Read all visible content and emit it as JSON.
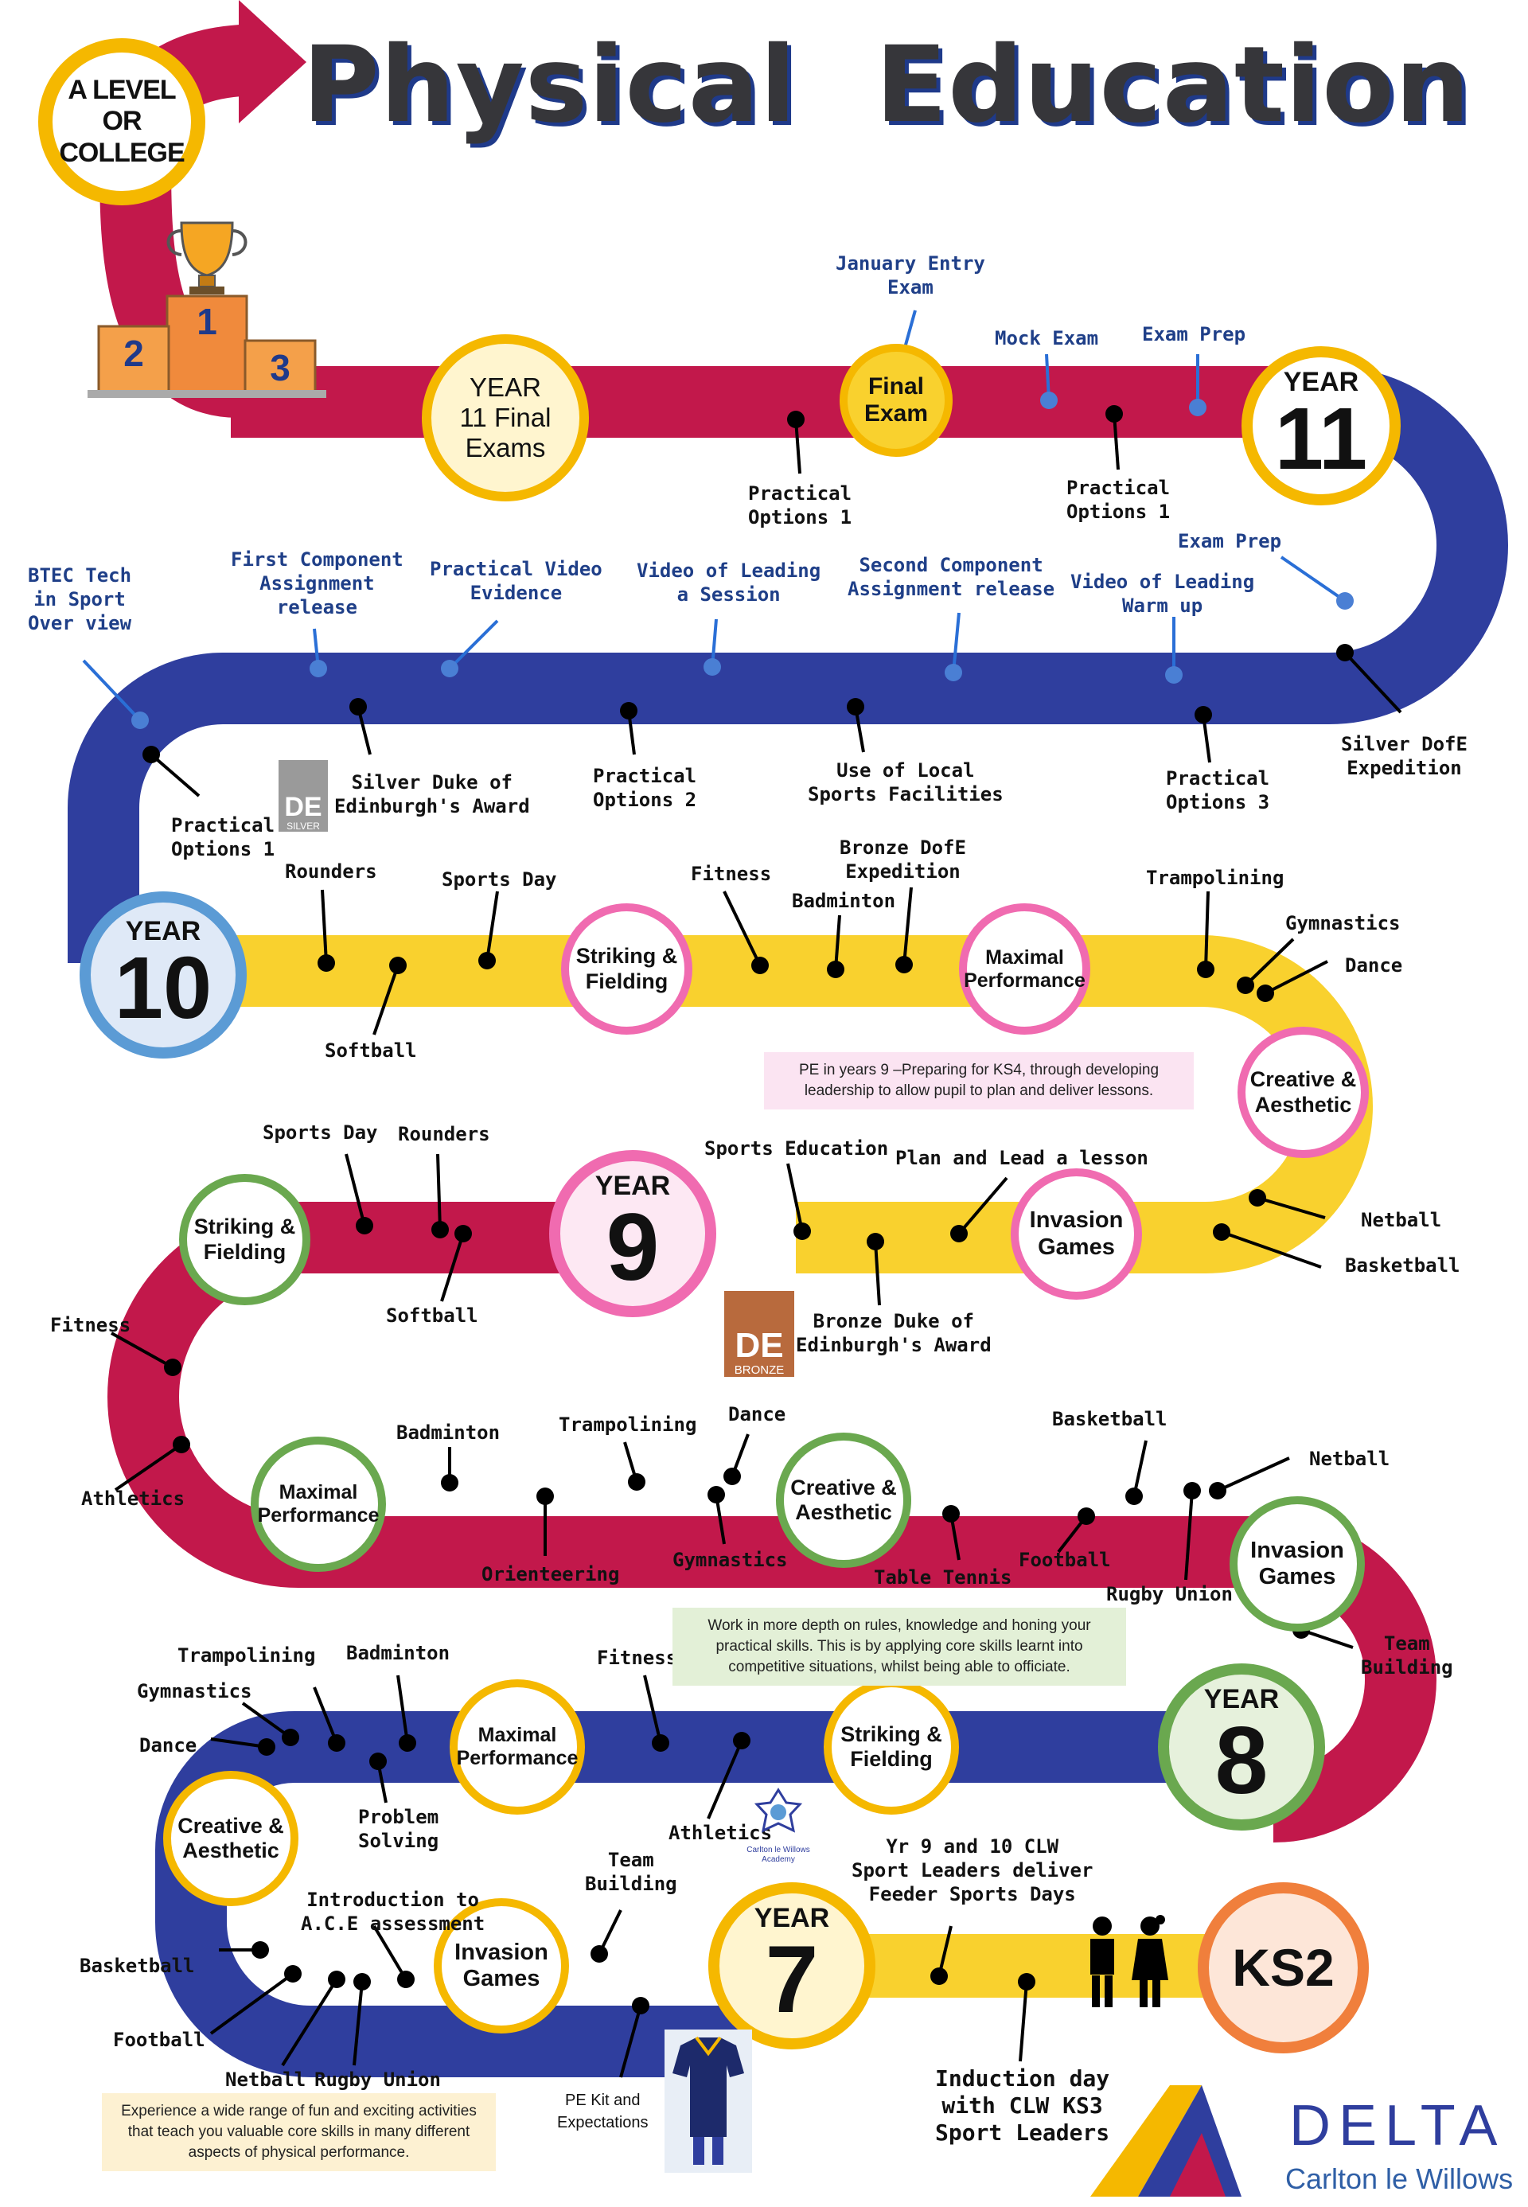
{
  "title": {
    "left": "Physical",
    "right": "Education"
  },
  "a_level": "A LEVEL\nOR\nCOLLEGE",
  "podium": {
    "first": "1",
    "second": "2",
    "third": "3"
  },
  "years": {
    "y11": {
      "label": "YEAR",
      "num": "11"
    },
    "y10": {
      "label": "YEAR",
      "num": "10"
    },
    "y9": {
      "label": "YEAR",
      "num": "9"
    },
    "y8": {
      "label": "YEAR",
      "num": "8"
    },
    "y7": {
      "label": "YEAR",
      "num": "7"
    },
    "ks2": "KS2"
  },
  "badges": {
    "y11_final": "YEAR\n11 Final\nExams",
    "final_exam": "Final\nExam",
    "striking10": "Striking &\nFielding",
    "maximal10": "Maximal\nPerformance",
    "creative10": "Creative &\nAesthetic",
    "invasion9": "Invasion\nGames",
    "striking9": "Striking &\nFielding",
    "maximal9": "Maximal\nPerformance",
    "creative9": "Creative &\nAesthetic",
    "invasion8": "Invasion\nGames",
    "maximal7": "Maximal\nPerformance",
    "striking7": "Striking &\nFielding",
    "creative7": "Creative &\nAesthetic",
    "invasion7": "Invasion\nGames"
  },
  "labels": {
    "jan_entry": "January Entry\nExam",
    "mock_exam": "Mock Exam",
    "exam_prep_1": "Exam Prep",
    "practical_1a": "Practical\nOptions 1",
    "practical_1b": "Practical\nOptions 1",
    "btec": "BTEC Tech\nin Sport\nOver view",
    "first_comp": "First Component\nAssignment\nrelease",
    "video_evidence": "Practical Video\nEvidence",
    "video_session": "Video of Leading\na Session",
    "second_comp": "Second Component\nAssignment release",
    "video_warm": "Video of Leading\nWarm up",
    "exam_prep_2": "Exam Prep",
    "silver_dofe_exp": "Silver DofE\nExpedition",
    "practical_1c": "Practical\nOptions 1",
    "silver_award": "Silver Duke of\nEdinburgh's Award",
    "practical_2": "Practical\nOptions 2",
    "local_sports": "Use of Local\nSports Facilities",
    "practical_3": "Practical\nOptions 3",
    "rounders10": "Rounders",
    "sports_day10": "Sports Day",
    "softball10": "Softball",
    "fitness10": "Fitness",
    "badminton10": "Badminton",
    "bronze_exp": "Bronze DofE\nExpedition",
    "trampolining10": "Trampolining",
    "gymnastics10": "Gymnastics",
    "dance10": "Dance",
    "netball9": "Netball",
    "basketball9": "Basketball",
    "sports_day9": "Sports Day",
    "rounders9": "Rounders",
    "softball9": "Softball",
    "sports_ed": "Sports Education",
    "plan_lead": "Plan and Lead a lesson",
    "bronze_award": "Bronze Duke of\nEdinburgh's Award",
    "fitness9": "Fitness",
    "athletics9": "Athletics",
    "badminton9": "Badminton",
    "orienteering": "Orienteering",
    "trampolining9": "Trampolining",
    "gymnastics9": "Gymnastics",
    "dance9": "Dance",
    "table_tennis": "Table Tennis",
    "basketball8": "Basketball",
    "football8": "Football",
    "rugby8": "Rugby Union",
    "netball8": "Netball",
    "team8": "Team\nBuilding",
    "trampolining7": "Trampolining",
    "badminton7": "Badminton",
    "gymnastics7": "Gymnastics",
    "dance7": "Dance",
    "problem": "Problem\nSolving",
    "fitness7": "Fitness",
    "athletics7": "Athletics",
    "basketball7": "Basketball",
    "football7": "Football",
    "netball7": "Netball",
    "rugby7": "Rugby Union",
    "ace": "Introduction to\nA.C.E assessment",
    "team7": "Team\nBuilding",
    "pe_kit": "PE Kit and\nExpectations",
    "sport_leaders": "Yr 9 and 10 CLW\nSport Leaders deliver\nFeeder Sports Days",
    "induction": "Induction day\nwith CLW KS3\nSport Leaders"
  },
  "notes": {
    "y9": "PE in years 9 –Preparing for KS4, through developing leadership to allow pupil to plan and deliver lessons.",
    "y8": "Work in more depth on rules, knowledge and honing your practical skills.  This is by applying core skills learnt into competitive situations, whilst being able to officiate.",
    "y7": "Experience a wide range of fun and exciting activities that teach you valuable core skills in many different aspects of physical performance."
  },
  "dofe": {
    "mark": "DE",
    "silver": "SILVER",
    "bronze": "BRONZE"
  },
  "school_crest": "Carlton le Willows\nAcademy",
  "delta": {
    "word": "DELTA",
    "sub": "Carlton le Willows"
  },
  "colors": {
    "crimson": "#c2184b",
    "navy": "#2f3e9e",
    "yellow": "#f9d12e",
    "green": "#6aa84f",
    "pink": "#f06bb0",
    "sky": "#5b9bd5",
    "orange": "#f07f3c",
    "gold": "#f5b800"
  }
}
